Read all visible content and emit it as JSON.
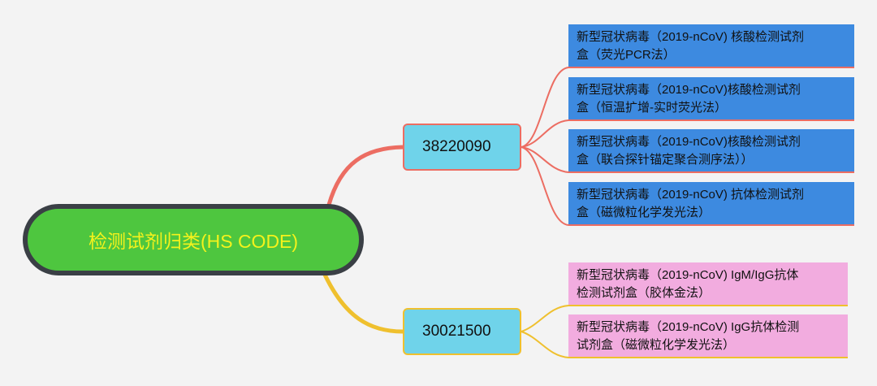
{
  "root": {
    "label": "检测试剂归类(HS CODE)"
  },
  "branches": [
    {
      "code": "38220090",
      "color": "#ec6d62",
      "items": [
        {
          "line1": "新型冠状病毒（2019-nCoV) 核酸检测试剂",
          "line2": "盒（荧光PCR法）"
        },
        {
          "line1": "新型冠状病毒（2019-nCoV)核酸检测试剂",
          "line2": "盒（恒温扩增-实时荧光法）"
        },
        {
          "line1": "新型冠状病毒（2019-nCoV)核酸检测试剂",
          "line2": "盒（联合探针锚定聚合测序法））"
        },
        {
          "line1": "新型冠状病毒（2019-nCoV) 抗体检测试剂",
          "line2": "盒（磁微粒化学发光法）"
        }
      ]
    },
    {
      "code": "30021500",
      "color": "#efc02e",
      "items": [
        {
          "line1": "新型冠状病毒（2019-nCoV) IgM/IgG抗体",
          "line2": "检测试剂盒（胶体金法）"
        },
        {
          "line1": "新型冠状病毒（2019-nCoV) IgG抗体检测",
          "line2": "试剂盒（磁微粒化学发光法）"
        }
      ]
    }
  ]
}
